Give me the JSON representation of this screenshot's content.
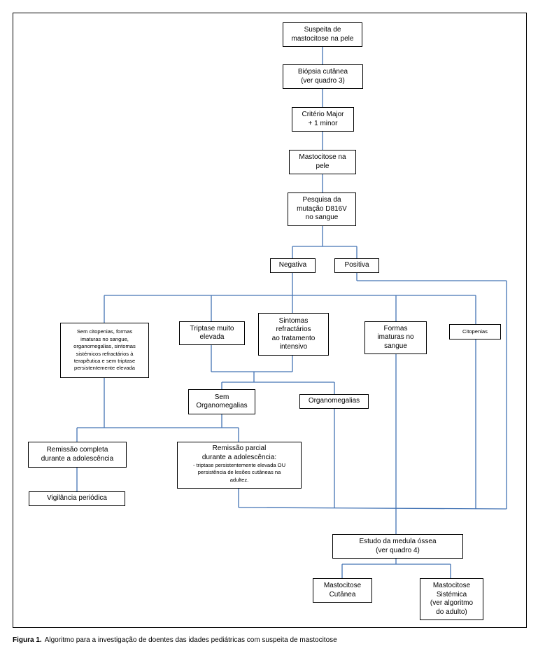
{
  "nodes": {
    "suspeita": {
      "label": "Suspeita de\nmastocitose na pele"
    },
    "biopsia": {
      "label": "Biópsia cutânea\n(ver quadro 3)"
    },
    "criterio": {
      "label": "Critério Major\n+ 1 minor"
    },
    "mastocitose_pele": {
      "label": "Mastocitose na\npele"
    },
    "pesquisa": {
      "label": "Pesquisa da\nmutação D816V\nno sangue"
    },
    "negativa": {
      "label": "Negativa"
    },
    "positiva": {
      "label": "Positiva"
    },
    "sem_citopenias": {
      "label": "Sem citopenias, formas\nimaturas no sangue,\norganomegalias, sintomas\nsistémicos refractários à\nterapêutica e sem triptase\npersistentemente elevada"
    },
    "triptase": {
      "label": "Triptase muito\nelevada"
    },
    "sintomas": {
      "label": "Sintomas\nrefractários\nao tratamento\nintensivo"
    },
    "formas_imaturas": {
      "label": "Formas\nimaturas no\nsangue"
    },
    "citopenias": {
      "label": "Citopenias"
    },
    "sem_organomegalias": {
      "label": "Sem\nOrganomegalias"
    },
    "organomegalias": {
      "label": "Organomegalias"
    },
    "remissao_completa": {
      "label": "Remissão completa\ndurante a adolescência"
    },
    "remissao_parcial": {
      "label": "Remissão parcial\ndurante a adolescência:",
      "detail": "- triptase persistentemente elevada OU\npersistência de lesões cutâneas na\nadultez."
    },
    "vigilancia": {
      "label": "Vigilância periódica"
    },
    "estudo_medula": {
      "label": "Estudo da medula óssea\n(ver quadro 4)"
    },
    "mastocitose_cutanea": {
      "label": "Mastocitose\nCutânea"
    },
    "mastocitose_sistemica": {
      "label": "Mastocitose\nSistémica\n(ver algoritmo\ndo adulto)"
    }
  },
  "caption": {
    "label": "Figura 1.",
    "text": "Algoritmo para a investigação de doentes das idades pediátricas com suspeita de mastocitose"
  },
  "colors": {
    "connector": "#4373b4",
    "box_border": "#000000"
  }
}
